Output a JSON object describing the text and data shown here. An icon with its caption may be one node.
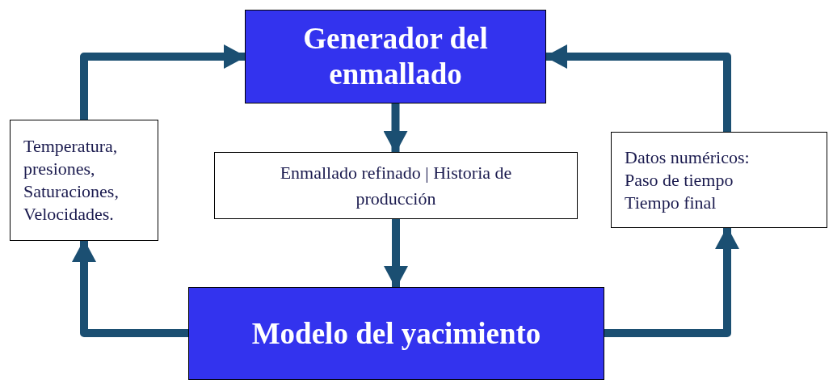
{
  "diagram": {
    "nodes": [
      {
        "text": [
          "Generador del enmallado"
        ]
      },
      {
        "text": [
          "Enmallado refinado | Historia de producción"
        ]
      },
      {
        "text": [
          "Modelo del yacimiento"
        ]
      },
      {
        "text": [
          "Temperatura, presiones, Saturaciones, Velocidades."
        ]
      },
      {
        "text": [
          "Datos numéricos:",
          "Paso de tiempo",
          "Tiempo final"
        ]
      }
    ],
    "edges": [
      {
        "from": 0,
        "to": 1,
        "arrow": "to"
      },
      {
        "from": 1,
        "to": 2,
        "arrow": "to"
      },
      {
        "from": 2,
        "to": 3,
        "arrow": "to"
      },
      {
        "from": 3,
        "to": 0,
        "arrow": "to"
      },
      {
        "from": 2,
        "to": 4,
        "arrow": "to"
      },
      {
        "from": 4,
        "to": 0,
        "arrow": "to"
      }
    ]
  }
}
